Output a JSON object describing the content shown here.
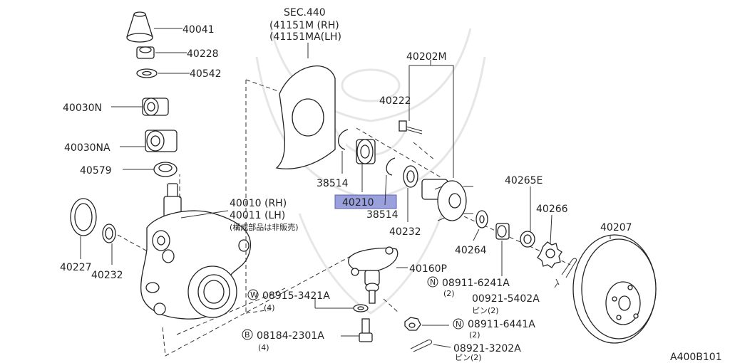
{
  "diagram_code": "A400B101",
  "section": {
    "ref": "SEC.440",
    "line1": "(41151M  (RH)",
    "line2": "(41151MA(LH)"
  },
  "highlight_color": "#9aa0dc",
  "labels": {
    "p40041": "40041",
    "p40228": "40228",
    "p40542": "40542",
    "p40030n": "40030N",
    "p40030na": "40030NA",
    "p40579": "40579",
    "p40227": "40227",
    "p40232a": "40232",
    "p40010": "40010 (RH)",
    "p40011": "40011 (LH)",
    "note": "(構成部品は非販売)",
    "p38514a": "38514",
    "p40210": "40210",
    "p38514b": "38514",
    "p40232b": "40232",
    "p40202m": "40202M",
    "p40222": "40222",
    "p40264": "40264",
    "p40265e": "40265E",
    "p40266": "40266",
    "p40207": "40207",
    "p40160p": "40160P",
    "w08915": "08915-3421A",
    "w08915_qty": "(4)",
    "b08184": "08184-2301A",
    "b08184_qty": "(4)",
    "n08911a": "08911-6241A",
    "n08911a_qty": "(2)",
    "c00921": "00921-5402A",
    "c00921_qty": "ピン(2)",
    "n08911b": "08911-6441A",
    "n08911b_qty": "(2)",
    "c08921": "08921-3202A",
    "c08921_qty": "ピン(2)"
  },
  "prefixes": {
    "w": "W",
    "b": "B",
    "n1": "N",
    "n2": "N"
  }
}
